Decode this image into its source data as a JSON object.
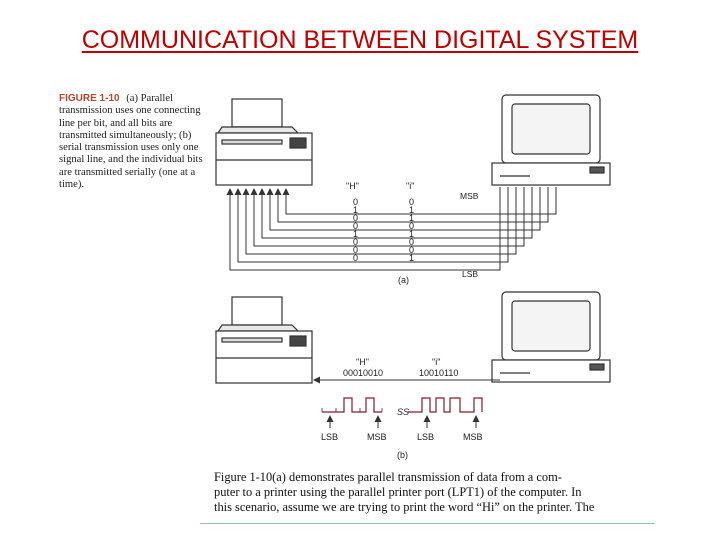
{
  "title": "COMMUNICATION BETWEEN DIGITAL SYSTEM",
  "caption": {
    "label": "FIGURE 1-10",
    "text": "(a) Parallel transmission uses one connecting line per bit, and all bits are transmitted simultaneously; (b) serial transmission uses only one signal line, and the individual bits are transmitted serially (one at a time)."
  },
  "figure_a": {
    "label": "(a)",
    "char_h": "\"H\"",
    "char_i": "\"i\"",
    "msb": "MSB",
    "lsb": "LSB",
    "bits_h": [
      "0",
      "1",
      "0",
      "0",
      "1",
      "0",
      "0",
      "0"
    ],
    "bits_i": [
      "0",
      "1",
      "1",
      "0",
      "1",
      "0",
      "0",
      "1"
    ]
  },
  "figure_b": {
    "label": "(b)",
    "char_h": "\"H\"",
    "char_i": "\"i\"",
    "code_h": "00010010",
    "code_i": "10010110",
    "break_mark": "SS",
    "lsb1": "LSB",
    "msb1": "MSB",
    "lsb2": "LSB",
    "msb2": "MSB"
  },
  "body": {
    "lines": [
      "Figure 1-10(a) demonstrates parallel transmission of data from a com-",
      "puter to a printer using the parallel printer port (LPT1) of the computer. In",
      "this scenario, assume we are trying to print the word “Hi” on the printer. The"
    ]
  }
}
